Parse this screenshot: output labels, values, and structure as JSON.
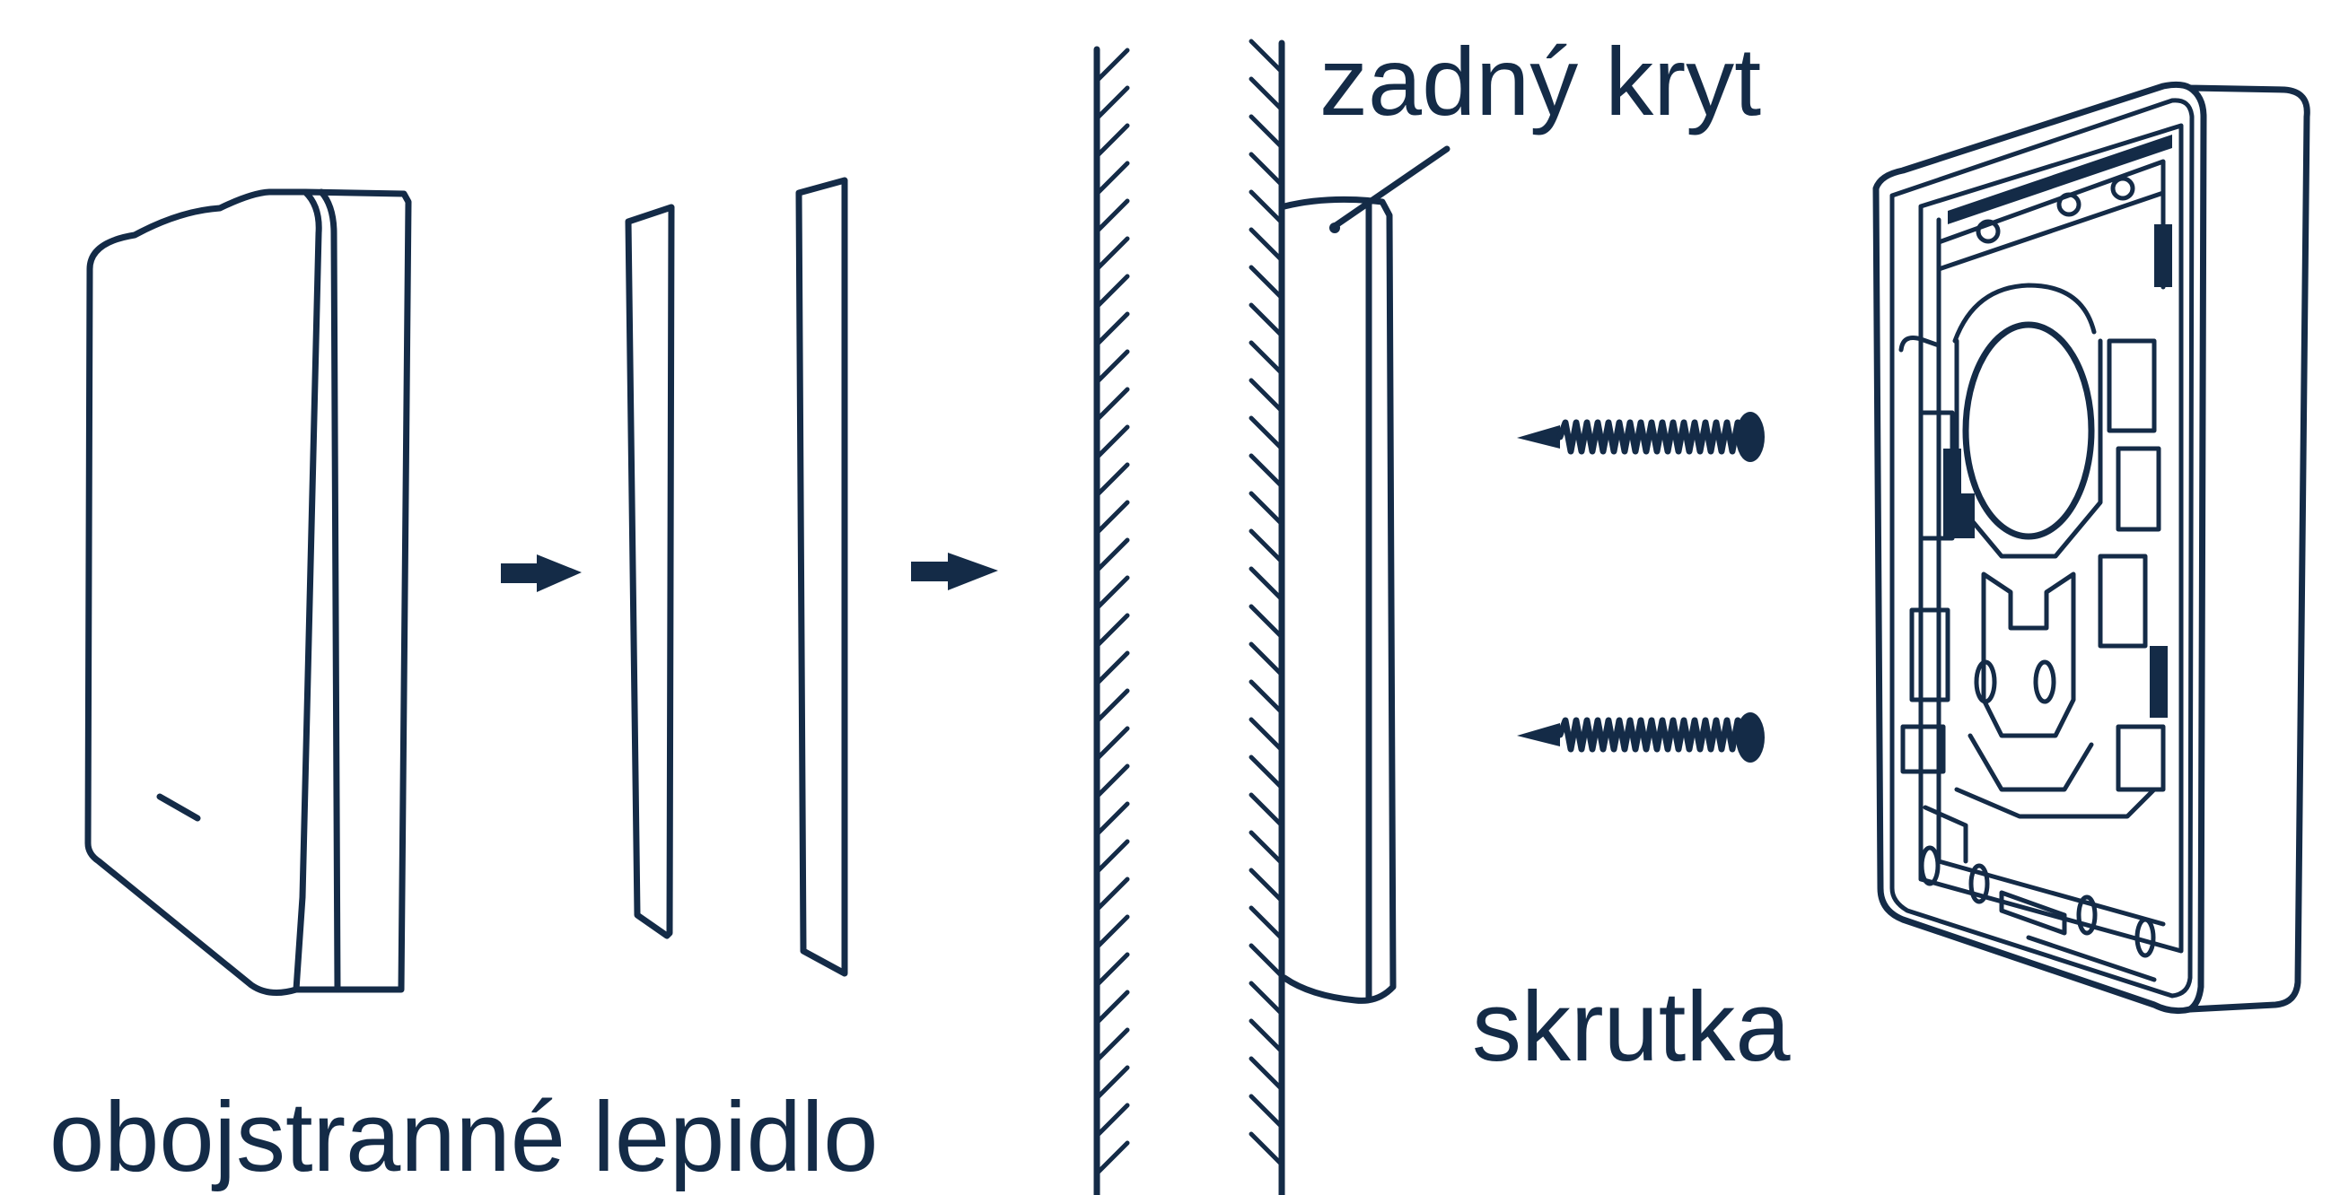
{
  "labels": {
    "back_cover": "zadný kryt",
    "screw": "skrutka",
    "double_sided_tape": "obojstranné lepidlo"
  },
  "colors": {
    "line": "#142b47",
    "background": "#ffffff"
  }
}
